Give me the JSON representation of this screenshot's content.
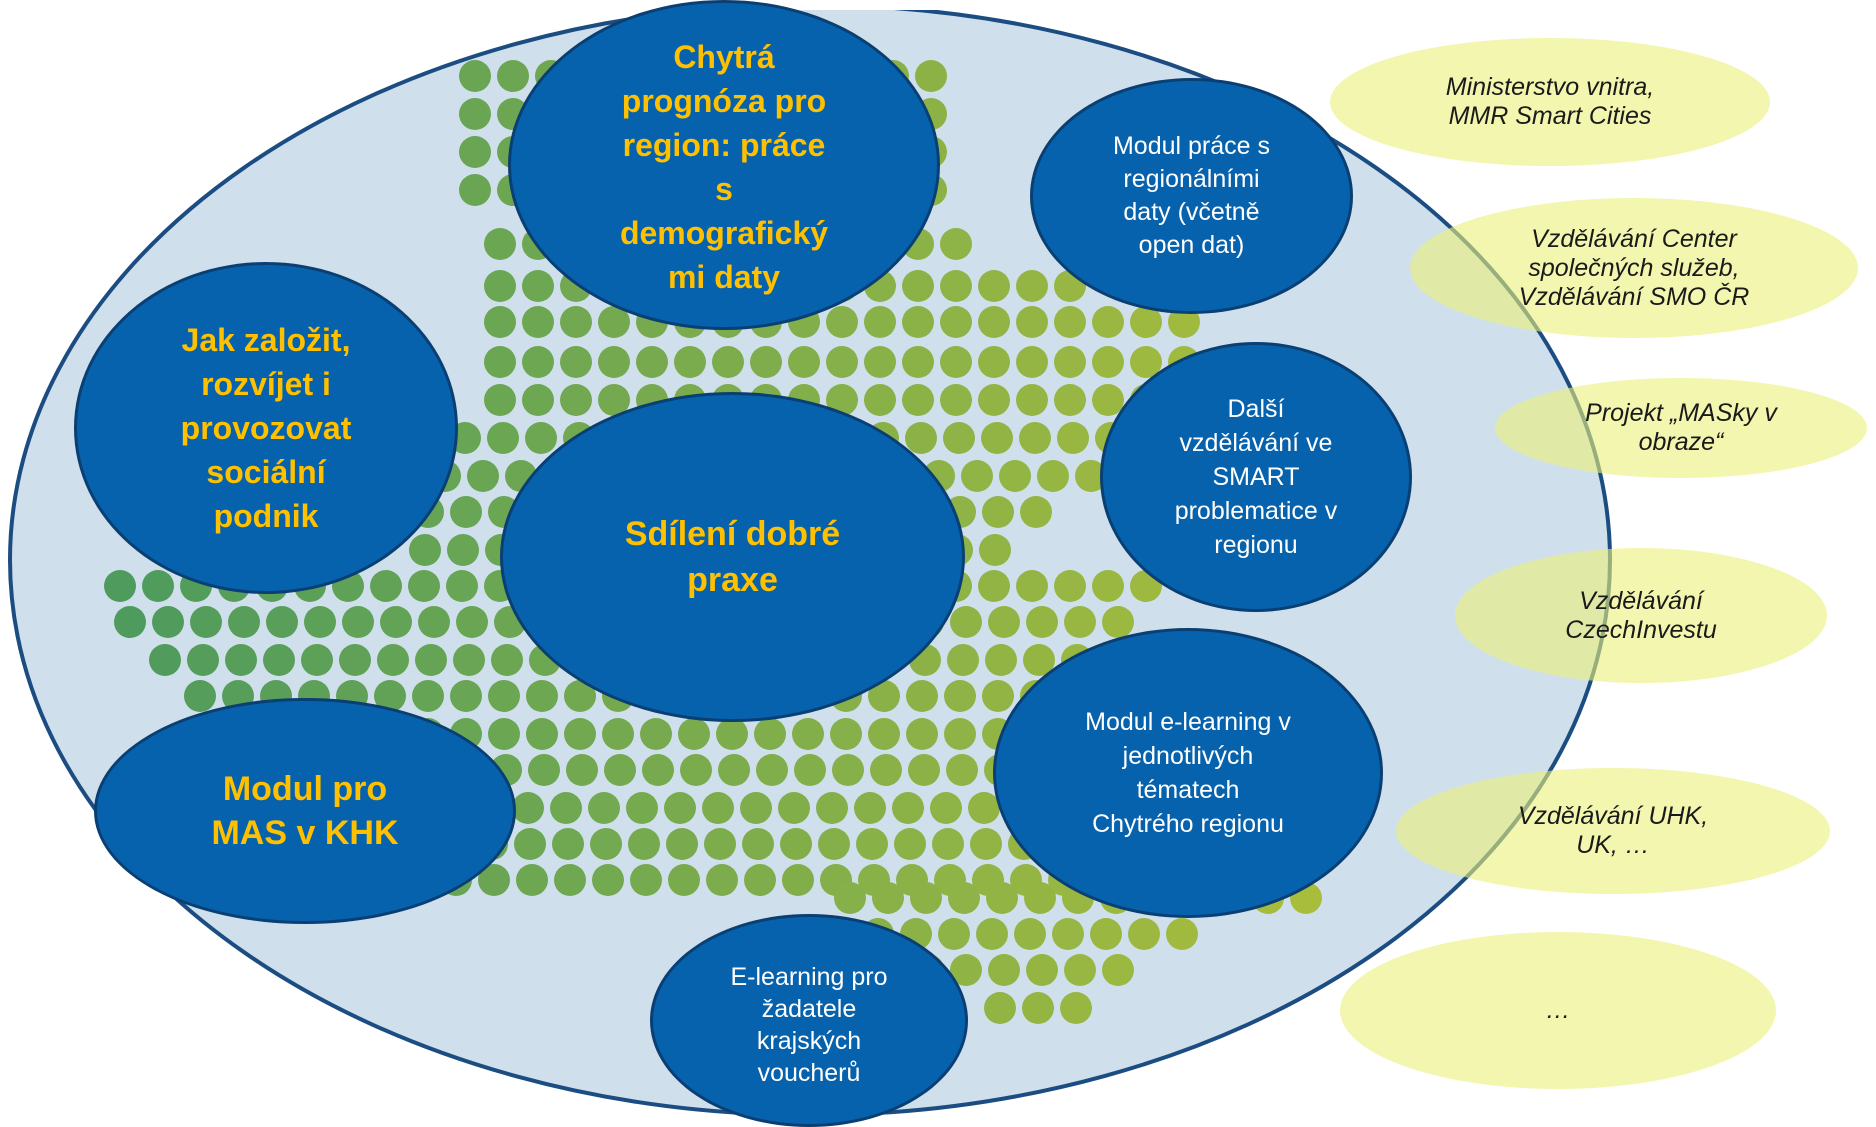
{
  "colors": {
    "big_oval_fill": "#cfe0ec",
    "big_oval_stroke": "#1c4d82",
    "node_fill": "#0762ad",
    "node_stroke": "#0a3f73",
    "primary_text": "#ffc000",
    "secondary_text": "#ffffff",
    "partner_fill": "#ecf087",
    "dot_left": "#4c9a5e",
    "dot_right": "#a9bd3c"
  },
  "central_nodes": {
    "chytra_prognoza": "Chytrá\nprognóza pro\nregion: práce\ns\ndemografický\nmi daty",
    "socialni_podnik": "Jak založit,\nrozvíjet i\nprovozovat\nsociální\npodnik",
    "sdileni_praxe": "Sdílení dobré\npraxe",
    "modul_mas": "Modul pro\nMAS v KHK",
    "regionalni_data": "Modul práce s\nregionálními\ndaty (včetně\nopen dat)",
    "smart_vzdelavani": "Další\nvzdělávání ve\nSMART\nproblematice v\nregionu",
    "elearning_temata": "Modul e-learning v\njednotlivých\ntématech\nChytrého regionu",
    "elearning_vouchery": "E-learning pro\nžadatele\nkrajských\nvoucherů"
  },
  "partners": {
    "ministerstvo": "Ministerstvo vnitra,\nMMR Smart Cities",
    "centra_sluzeb": "Vzdělávání Center\nspolečných služeb,\nVzdělávání SMO ČR",
    "masky": "Projekt „MASky v\nobraze“",
    "czechinvest": "Vzdělávání\nCzechInvestu",
    "uhk": "Vzdělávání UHK,\nUK, …",
    "ostatni": "…"
  }
}
